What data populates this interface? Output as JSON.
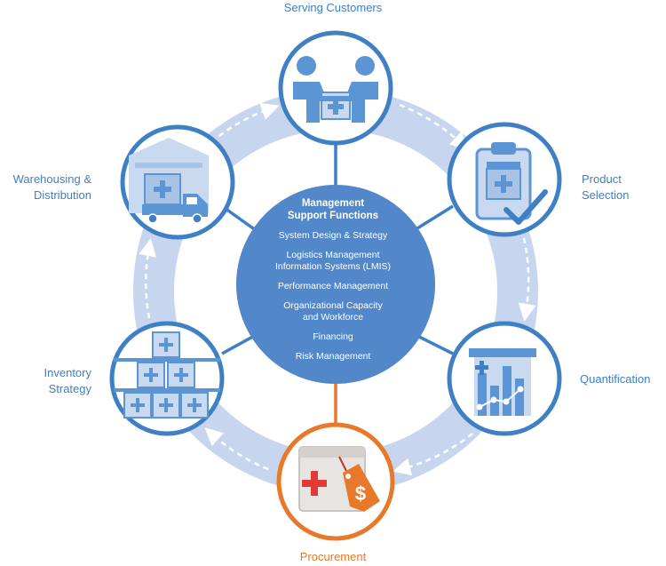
{
  "center": {
    "title": "Management\nSupport Functions",
    "functions": [
      "System Design & Strategy",
      "Logistics Management\nInformation Systems (LMIS)",
      "Performance Management",
      "Organizational Capacity\nand Workforce",
      "Financing",
      "Risk Management"
    ]
  },
  "stages": {
    "serving": "Serving Customers",
    "product": "Product\nSelection",
    "quantification": "Quantification",
    "procurement": "Procurement",
    "inventory": "Inventory\nStrategy",
    "warehousing": "Warehousing &\nDistribution"
  },
  "colors": {
    "blue": "#3f7fc4",
    "light_blue": "#5b95d3",
    "pale_blue": "#c9d9ef",
    "ring": "#c7d6ee",
    "orange": "#e8792b",
    "center_fill": "#5288c9"
  }
}
